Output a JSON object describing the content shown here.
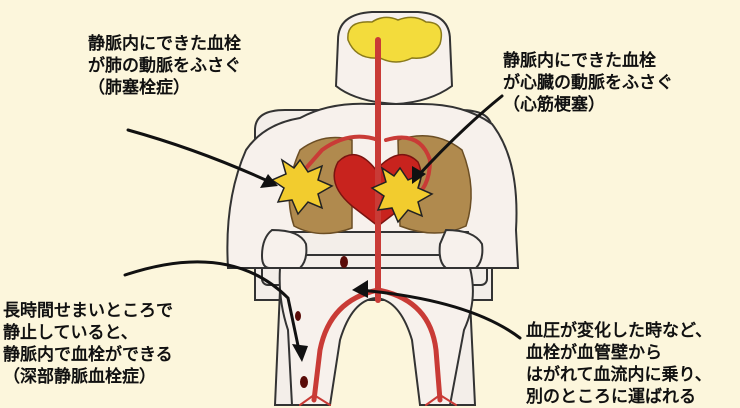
{
  "captions": {
    "pulmonary_embolism": {
      "lines": [
        "静脈内にできた血栓",
        "が肺の動脈をふさぐ",
        "（肺塞栓症）"
      ]
    },
    "myocardial_infarction": {
      "lines": [
        "静脈内にできた血栓",
        "が心臓の動脈をふさぐ",
        "（心筋梗塞）"
      ]
    },
    "deep_vein_thrombosis": {
      "lines": [
        "長時間せまいところで",
        "静止していると、",
        "静脈内で血栓ができる",
        "（深部静脈血栓症）"
      ]
    },
    "embolus_travel": {
      "lines": [
        "血圧が変化した時など、",
        "血栓が血管壁から",
        "はがれて血流内に乗り、",
        "別のところに運ばれる"
      ]
    }
  },
  "colors": {
    "background": "#fcf6dc",
    "skin": "#f7f1ec",
    "outline": "#333333",
    "lung": "#b08a4e",
    "heart": "#c8231e",
    "vessel": "#c93b36",
    "brain": "#f3dc3c",
    "burst": "#f2cc2e"
  }
}
